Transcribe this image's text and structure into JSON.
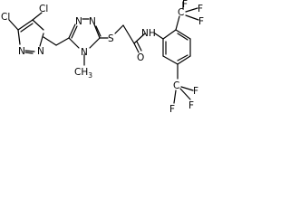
{
  "molecule": {
    "atoms": {
      "cl_top": "Cl",
      "cl_left": "Cl",
      "n_imid_bottom": "N",
      "n_imid_right": "N",
      "n_tri_1": "N",
      "n_tri_2": "N",
      "n_tri_4": "N",
      "methyl": "CH",
      "methyl_sub": "3",
      "sulfur": "S",
      "oxygen": "O",
      "nh": "NH",
      "cf3_top_c": "C",
      "cf3_top_f1": "F",
      "cf3_top_f2": "F",
      "cf3_top_f3": "F",
      "cf3_bottom_c": "C",
      "cf3_bottom_f1": "F",
      "cf3_bottom_f2": "F",
      "cf3_bottom_f3": "F"
    }
  }
}
